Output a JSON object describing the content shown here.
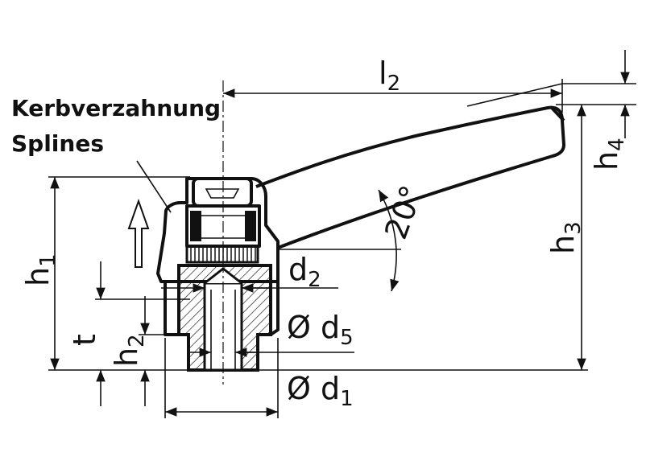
{
  "callout": {
    "line1": "Kerbverzahnung",
    "line2": "Splines"
  },
  "dimensions": {
    "l2": {
      "base": "l",
      "sub": "2"
    },
    "h1": {
      "base": "h",
      "sub": "1"
    },
    "h2": {
      "base": "h",
      "sub": "2"
    },
    "h3": {
      "base": "h",
      "sub": "3"
    },
    "h4": {
      "base": "h",
      "sub": "4"
    },
    "t": {
      "base": "t"
    },
    "d2": {
      "base": "d",
      "sub": "2"
    },
    "d5": {
      "base": "Ø d",
      "sub": "5"
    },
    "d1": {
      "base": "Ø d",
      "sub": "1"
    },
    "angle": "20°"
  }
}
